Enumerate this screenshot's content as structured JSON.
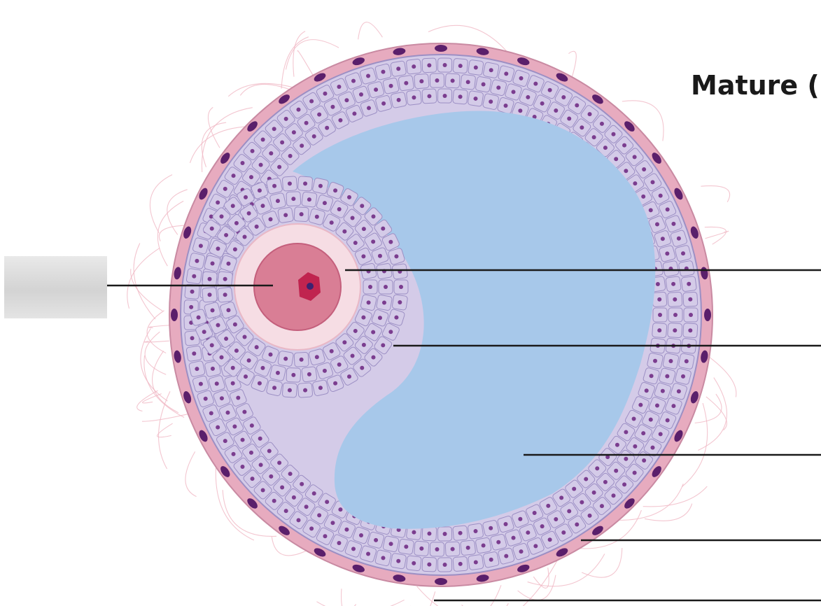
{
  "figure": {
    "title": "Mature (",
    "colors": {
      "background": "#ffffff",
      "theca_layer": "#e6a9be",
      "theca_nucleus": "#5a1f6b",
      "granulosa_cell": "#d4cbe8",
      "granulosa_outline": "#9c8fc4",
      "granulosa_nucleus": "#7b3d8f",
      "antrum": "#a7c8ea",
      "zona_pellucida": "#f6dde4",
      "oocyte": "#d97e95",
      "oocyte_nucleus": "#c0244f",
      "nucleolus": "#3b2270",
      "connective_fibers": "#f0b8c4",
      "leader_line": "#1a1a1a",
      "answer_box": "#dcdcdc"
    },
    "labels": [
      {
        "id": "oocyte",
        "text": ""
      },
      {
        "id": "zona-pellucida",
        "text": ""
      },
      {
        "id": "granulosa-cells",
        "text": ""
      },
      {
        "id": "antrum",
        "text": ""
      },
      {
        "id": "theca-layer",
        "text": ""
      },
      {
        "id": "connective-tissue",
        "text": ""
      }
    ]
  }
}
